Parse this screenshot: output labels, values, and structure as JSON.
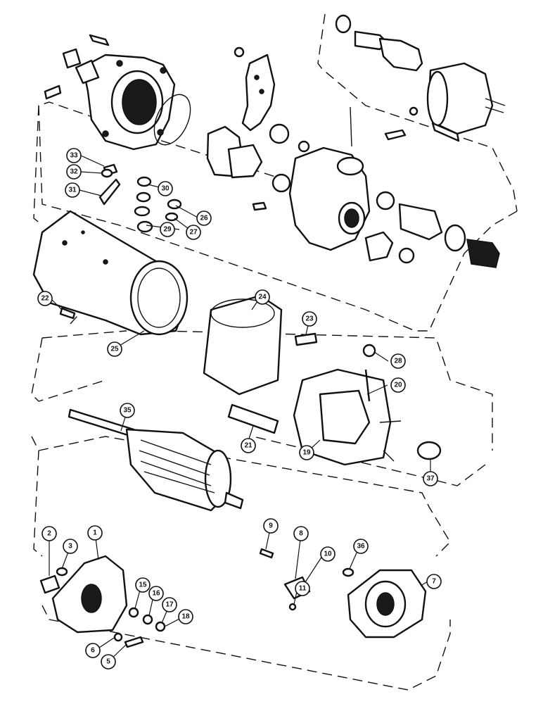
{
  "callouts": [
    {
      "id": "c1",
      "label": "1"
    },
    {
      "id": "c2",
      "label": "2"
    },
    {
      "id": "c3",
      "label": "3"
    },
    {
      "id": "c5",
      "label": "5"
    },
    {
      "id": "c6",
      "label": "6"
    },
    {
      "id": "c7",
      "label": "7"
    },
    {
      "id": "c8",
      "label": "8"
    },
    {
      "id": "c9",
      "label": "9"
    },
    {
      "id": "c10",
      "label": "10"
    },
    {
      "id": "c11",
      "label": "11"
    },
    {
      "id": "c15",
      "label": "15"
    },
    {
      "id": "c16",
      "label": "16"
    },
    {
      "id": "c17",
      "label": "17"
    },
    {
      "id": "c18",
      "label": "18"
    },
    {
      "id": "c19",
      "label": "19"
    },
    {
      "id": "c20",
      "label": "20"
    },
    {
      "id": "c21",
      "label": "21"
    },
    {
      "id": "c22",
      "label": "22"
    },
    {
      "id": "c23",
      "label": "23"
    },
    {
      "id": "c24",
      "label": "24"
    },
    {
      "id": "c25",
      "label": "25"
    },
    {
      "id": "c26",
      "label": "26"
    },
    {
      "id": "c27",
      "label": "27"
    },
    {
      "id": "c28",
      "label": "28"
    },
    {
      "id": "c29",
      "label": "29"
    },
    {
      "id": "c30",
      "label": "30"
    },
    {
      "id": "c31",
      "label": "31"
    },
    {
      "id": "c32",
      "label": "32"
    },
    {
      "id": "c33",
      "label": "33"
    },
    {
      "id": "c35",
      "label": "35"
    },
    {
      "id": "c36",
      "label": "36"
    },
    {
      "id": "c37",
      "label": "37"
    }
  ]
}
